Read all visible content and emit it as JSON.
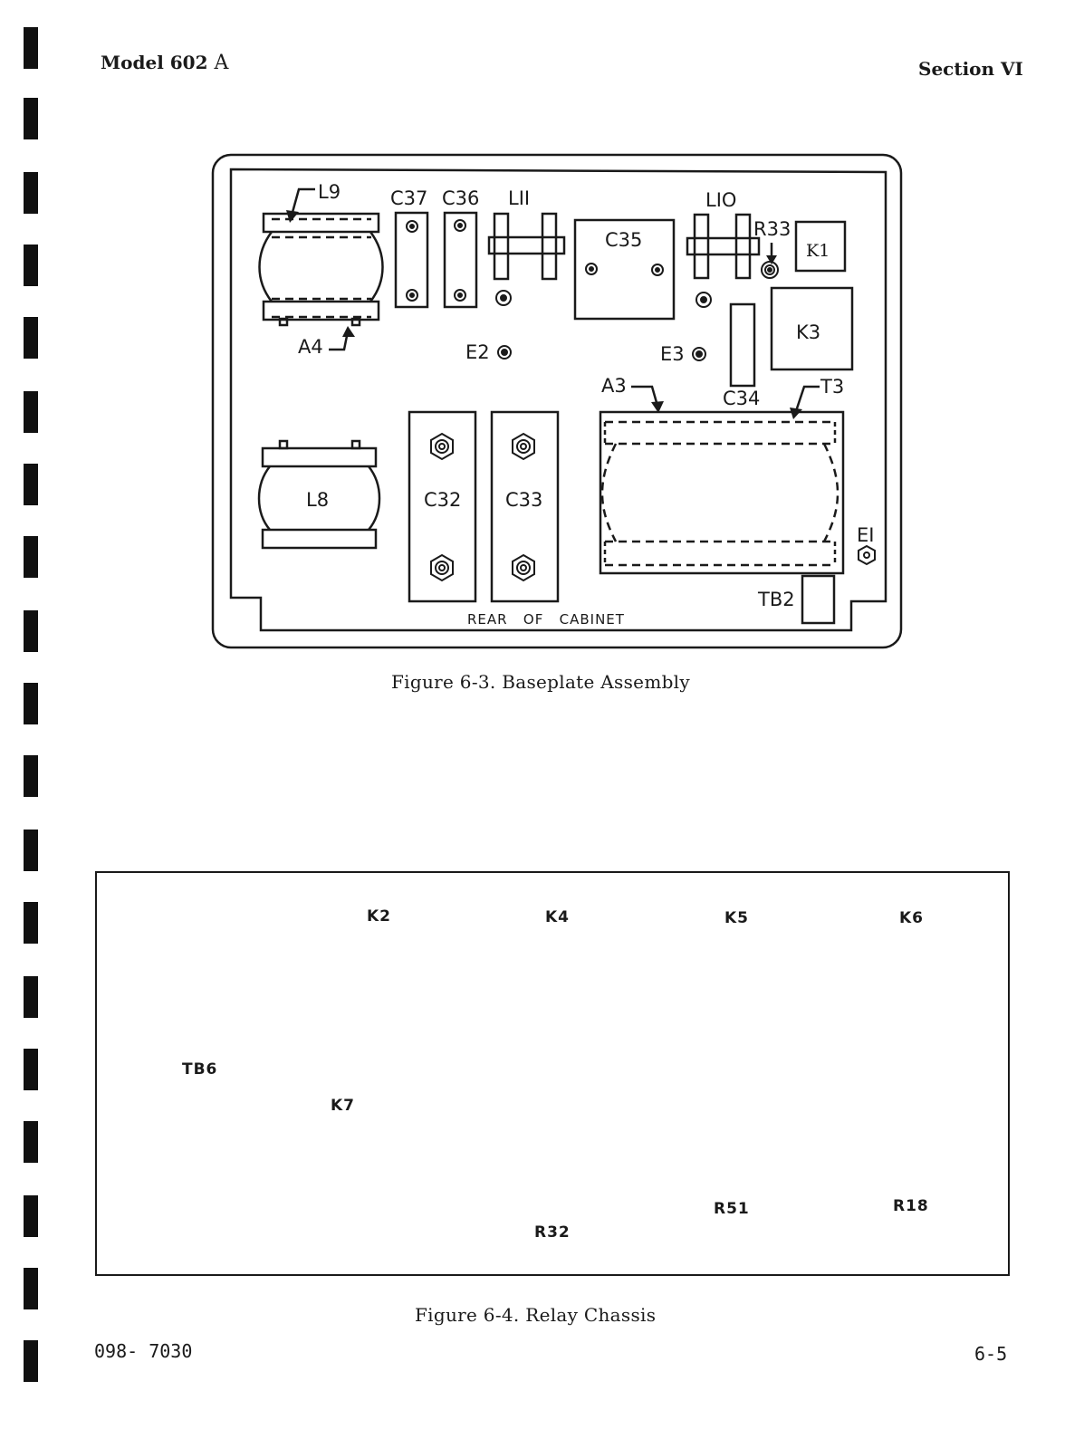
{
  "header": {
    "model": "Model 602",
    "model_suffix": "A",
    "section": "Section VI"
  },
  "figure_3": {
    "caption": "Figure 6-3.  Baseplate Assembly",
    "labels": {
      "L9": "L9",
      "C37": "C37",
      "C36": "C36",
      "L11": "LII",
      "L10": "LIO",
      "R33": "R33",
      "K1": "K1",
      "C35": "C35",
      "K3": "K3",
      "A4": "A4",
      "E2": "E2",
      "E3": "E3",
      "A3": "A3",
      "C34": "C34",
      "T3": "T3",
      "L8": "L8",
      "C32": "C32",
      "C33": "C33",
      "E1": "EI",
      "TB2": "TB2",
      "rear": "REAR   OF   CABINET"
    }
  },
  "figure_4": {
    "caption": "Figure 6-4.  Relay Chassis",
    "labels": {
      "K2": "K2",
      "K4": "K4",
      "K5": "K5",
      "K6": "K6",
      "TB6": "TB6",
      "K7": "K7",
      "R51": "R51",
      "R18": "R18",
      "R32": "R32"
    }
  },
  "footer": {
    "doc_number": "098- 7030",
    "page": "6-5"
  }
}
